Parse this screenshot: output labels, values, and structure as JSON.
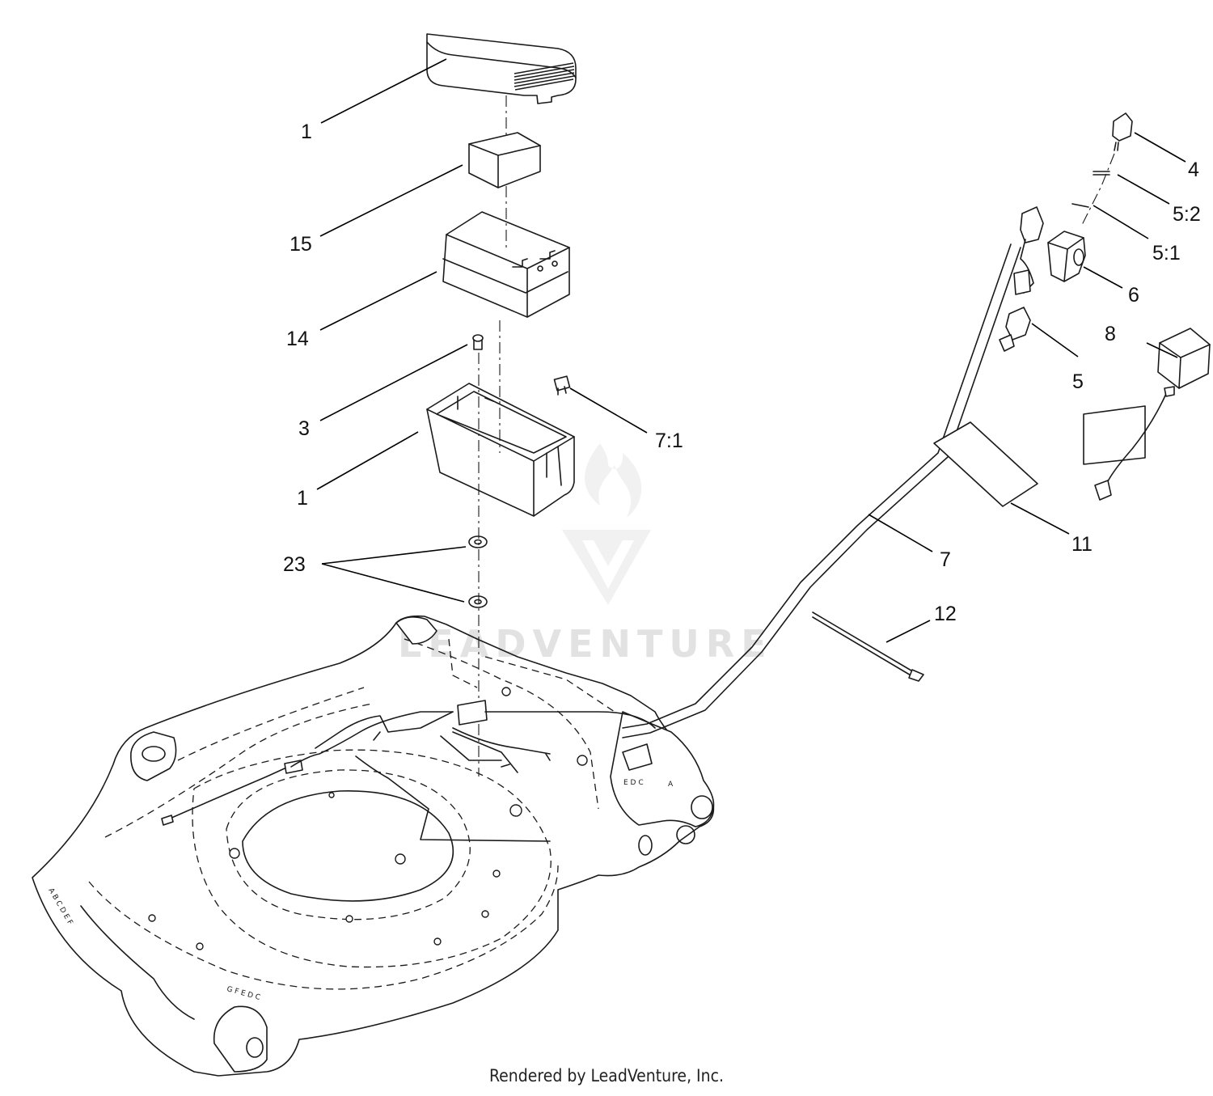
{
  "callouts": [
    {
      "id": "c1a",
      "label": "1"
    },
    {
      "id": "c15",
      "label": "15"
    },
    {
      "id": "c14",
      "label": "14"
    },
    {
      "id": "c3",
      "label": "3"
    },
    {
      "id": "c1b",
      "label": "1"
    },
    {
      "id": "c23",
      "label": "23"
    },
    {
      "id": "c7_1",
      "label": "7:1"
    },
    {
      "id": "c4",
      "label": "4"
    },
    {
      "id": "c5_2",
      "label": "5:2"
    },
    {
      "id": "c5_1",
      "label": "5:1"
    },
    {
      "id": "c6",
      "label": "6"
    },
    {
      "id": "c5",
      "label": "5"
    },
    {
      "id": "c8",
      "label": "8"
    },
    {
      "id": "c11",
      "label": "11"
    },
    {
      "id": "c7",
      "label": "7"
    },
    {
      "id": "c12",
      "label": "12"
    }
  ],
  "watermark": "LEADVENTURE",
  "footer": "Rendered by LeadVenture, Inc."
}
